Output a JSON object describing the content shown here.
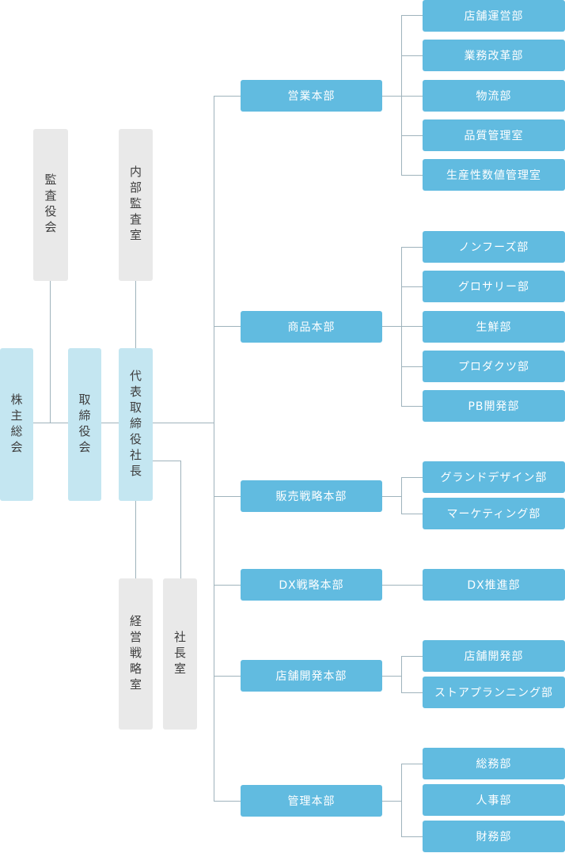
{
  "colors": {
    "gray_box": "#e9e9e9",
    "light_box": "#c4e6f1",
    "blue_box": "#61bbe0",
    "line": "#9fb3bc"
  },
  "top": {
    "shareholders": "株主総会",
    "board": "取締役会",
    "auditors": "監査役会",
    "internal_audit": "内部監査室",
    "president": "代表取締役社長",
    "strategy_office": "経営戦略室",
    "president_office": "社長室"
  },
  "divisions": [
    {
      "name": "営業本部",
      "departments": [
        "店舗運営部",
        "業務改革部",
        "物流部",
        "品質管理室",
        "生産性数値管理室"
      ]
    },
    {
      "name": "商品本部",
      "departments": [
        "ノンフーズ部",
        "グロサリー部",
        "生鮮部",
        "プロダクツ部",
        "PB開発部"
      ]
    },
    {
      "name": "販売戦略本部",
      "departments": [
        "グランドデザイン部",
        "マーケティング部"
      ]
    },
    {
      "name": "DX戦略本部",
      "departments": [
        "DX推進部"
      ]
    },
    {
      "name": "店舗開発本部",
      "departments": [
        "店舗開発部",
        "ストアプランニング部"
      ]
    },
    {
      "name": "管理本部",
      "departments": [
        "総務部",
        "人事部",
        "財務部"
      ]
    }
  ]
}
